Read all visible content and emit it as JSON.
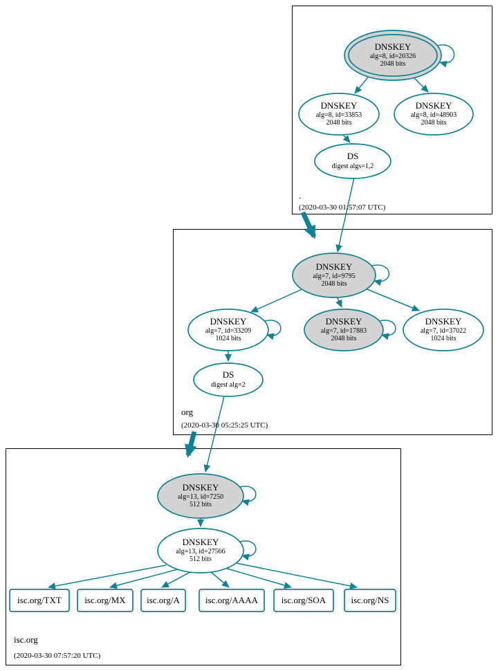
{
  "colors": {
    "edge": "#0d8295",
    "node_border": "#0d8295",
    "ksk_fill": "#d3d3d3",
    "node_fill": "#ffffff",
    "box_border": "#000000"
  },
  "zones": {
    "root": {
      "label": ".",
      "timestamp": "(2020-03-30 01:57:07 UTC)",
      "nodes": {
        "ksk": {
          "title": "DNSKEY",
          "detail1": "alg=8, id=20326",
          "detail2": "2048 bits"
        },
        "zsk1": {
          "title": "DNSKEY",
          "detail1": "alg=8, id=33853",
          "detail2": "2048 bits"
        },
        "zsk2": {
          "title": "DNSKEY",
          "detail1": "alg=8, id=48903",
          "detail2": "2048 bits"
        },
        "ds": {
          "title": "DS",
          "detail1": "digest algs=1,2"
        }
      }
    },
    "org": {
      "label": "org",
      "timestamp": "(2020-03-30 05:25:25 UTC)",
      "nodes": {
        "ksk": {
          "title": "DNSKEY",
          "detail1": "alg=7, id=9795",
          "detail2": "2048 bits"
        },
        "zsk1": {
          "title": "DNSKEY",
          "detail1": "alg=7, id=33209",
          "detail2": "1024 bits"
        },
        "ksk2": {
          "title": "DNSKEY",
          "detail1": "alg=7, id=17883",
          "detail2": "2048 bits"
        },
        "zsk2": {
          "title": "DNSKEY",
          "detail1": "alg=7, id=37022",
          "detail2": "1024 bits"
        },
        "ds": {
          "title": "DS",
          "detail1": "digest alg=2"
        }
      }
    },
    "isc": {
      "label": "isc.org",
      "timestamp": "(2020-03-30 07:57:20 UTC)",
      "nodes": {
        "ksk": {
          "title": "DNSKEY",
          "detail1": "alg=13, id=7250",
          "detail2": "512 bits"
        },
        "zsk": {
          "title": "DNSKEY",
          "detail1": "alg=13, id=27566",
          "detail2": "512 bits"
        }
      },
      "rrsets": [
        {
          "label": "isc.org/TXT"
        },
        {
          "label": "isc.org/MX"
        },
        {
          "label": "isc.org/A"
        },
        {
          "label": "isc.org/AAAA"
        },
        {
          "label": "isc.org/SOA"
        },
        {
          "label": "isc.org/NS"
        }
      ]
    }
  }
}
